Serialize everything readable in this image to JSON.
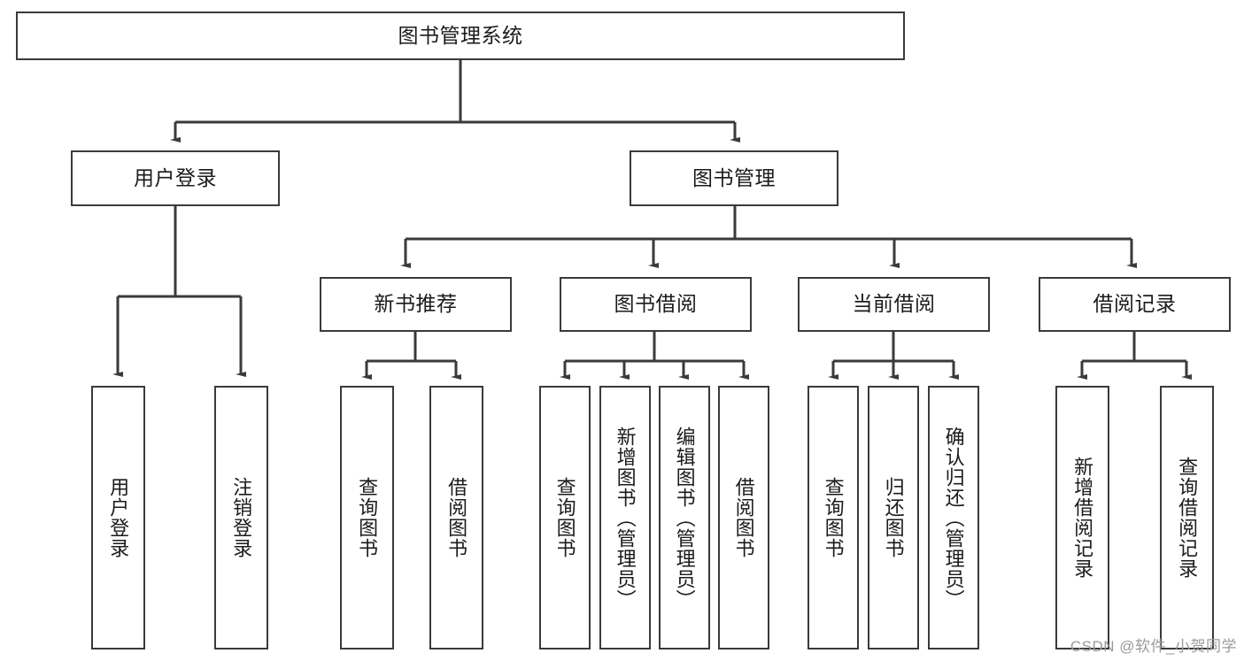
{
  "diagram": {
    "title": "图书管理系统",
    "watermark": "CSDN @软件_小贺同学",
    "accent_color": "#3a3a3a",
    "background_color": "#ffffff",
    "nodes": {
      "root": {
        "label": "图书管理系统"
      },
      "level2": [
        {
          "id": "user-login",
          "label": "用户登录"
        },
        {
          "id": "book-manage",
          "label": "图书管理"
        }
      ],
      "level3": [
        {
          "id": "new-book-recommend",
          "label": "新书推荐"
        },
        {
          "id": "book-borrow",
          "label": "图书借阅"
        },
        {
          "id": "current-borrow",
          "label": "当前借阅"
        },
        {
          "id": "borrow-record",
          "label": "借阅记录"
        }
      ],
      "leaves": {
        "user-login": [
          {
            "id": "leaf-user-login",
            "label": "用户登录"
          },
          {
            "id": "leaf-logout-login",
            "label": "注销登录"
          }
        ],
        "new-book-recommend": [
          {
            "id": "leaf-query-book-1",
            "label": "查询图书"
          },
          {
            "id": "leaf-borrow-book-1",
            "label": "借阅图书"
          }
        ],
        "book-borrow": [
          {
            "id": "leaf-query-book-2",
            "label": "查询图书"
          },
          {
            "id": "leaf-add-book",
            "label": "新增图书（管理员）"
          },
          {
            "id": "leaf-edit-book",
            "label": "编辑图书（管理员）"
          },
          {
            "id": "leaf-borrow-book-2",
            "label": "借阅图书"
          }
        ],
        "current-borrow": [
          {
            "id": "leaf-query-book-3",
            "label": "查询图书"
          },
          {
            "id": "leaf-return-book",
            "label": "归还图书"
          },
          {
            "id": "leaf-confirm-return",
            "label": "确认归还（管理员）"
          }
        ],
        "borrow-record": [
          {
            "id": "leaf-add-record",
            "label": "新增借阅记录"
          },
          {
            "id": "leaf-query-record",
            "label": "查询借阅记录"
          }
        ]
      }
    }
  }
}
